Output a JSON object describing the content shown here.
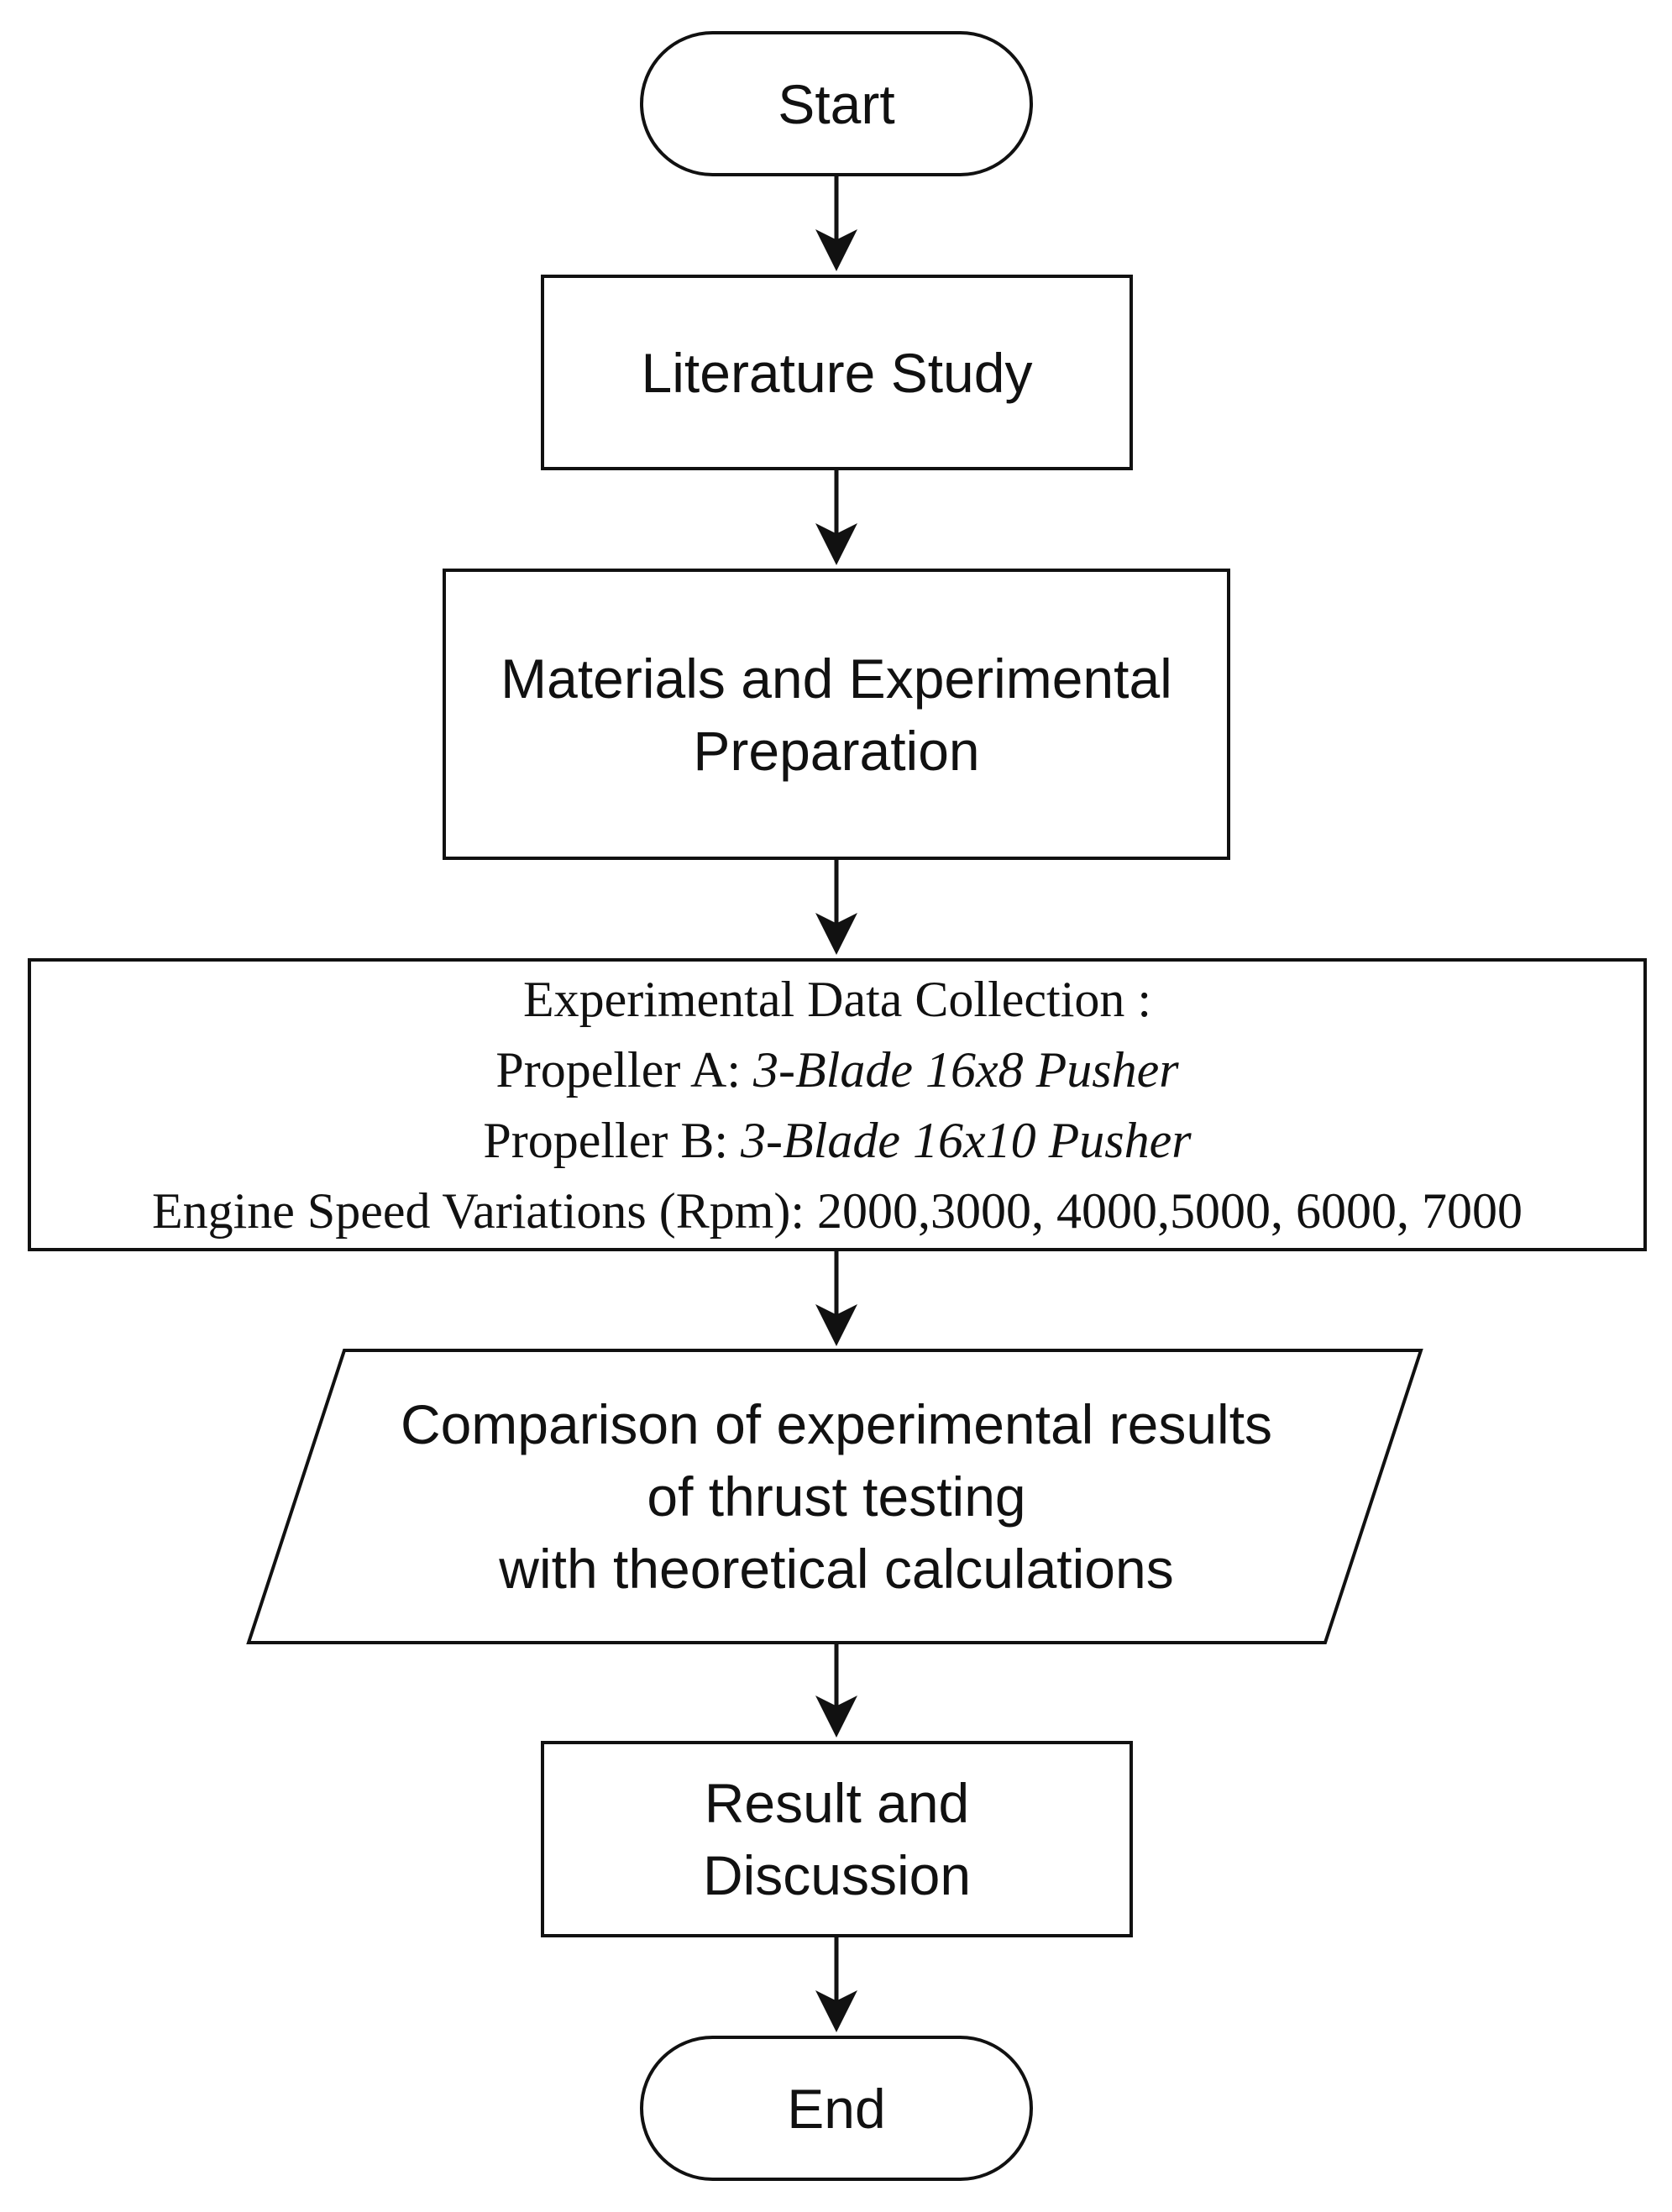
{
  "flowchart": {
    "start": {
      "label": "Start"
    },
    "literature": {
      "label": "Literature Study"
    },
    "materials": {
      "line1": "Materials and Experimental",
      "line2": "Preparation"
    },
    "data_collection": {
      "title": "Experimental Data Collection :",
      "propeller_a_label": "Propeller A: ",
      "propeller_a_value": "3-Blade 16x8 Pusher",
      "propeller_b_label": "Propeller B: ",
      "propeller_b_value": "3-Blade 16x10 Pusher",
      "engine_speed": "Engine Speed Variations (Rpm): 2000,3000, 4000,5000, 6000, 7000"
    },
    "comparison": {
      "line1": "Comparison of experimental results",
      "line2": "of thrust testing",
      "line3": "with theoretical calculations"
    },
    "result": {
      "line1": "Result and",
      "line2": "Discussion"
    },
    "end": {
      "label": "End"
    }
  },
  "colors": {
    "stroke": "#111111",
    "background": "#ffffff"
  }
}
